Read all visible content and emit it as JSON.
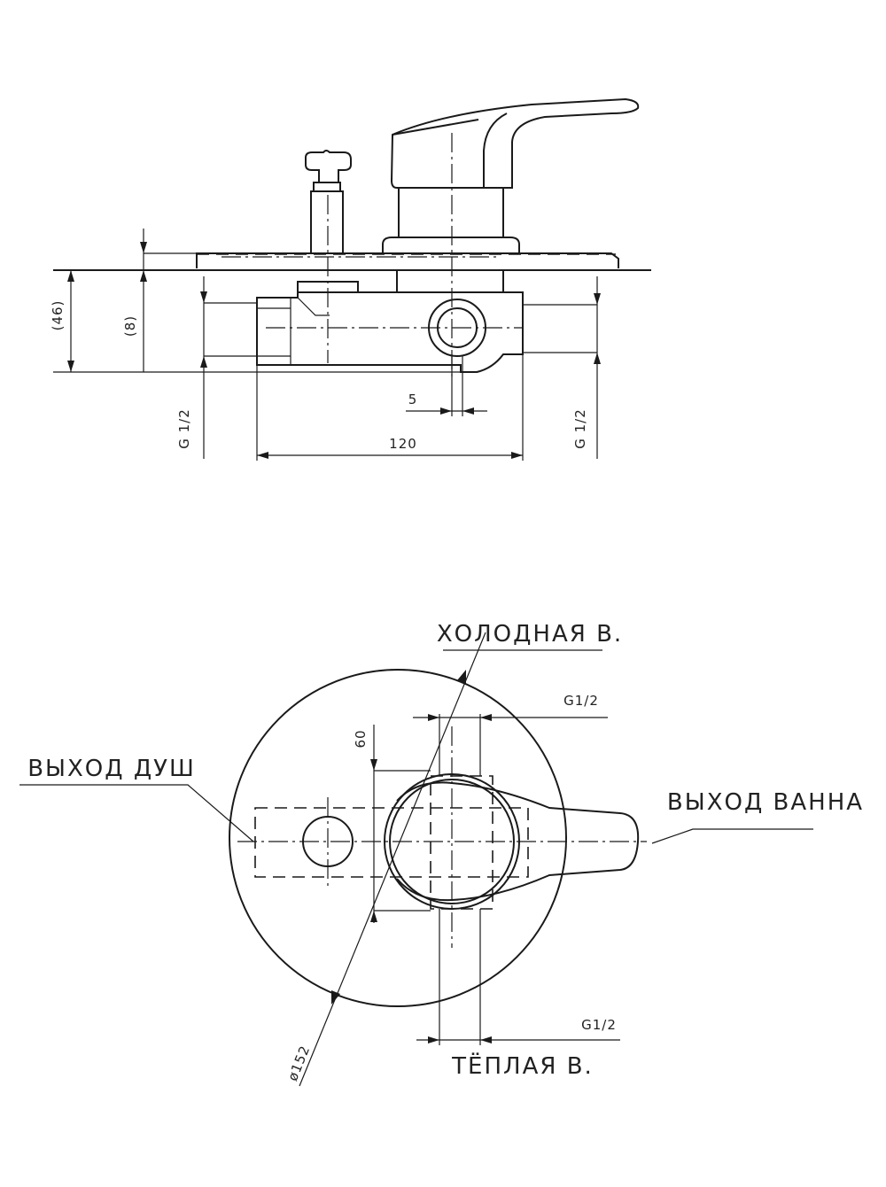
{
  "side_view": {
    "dim_depth": "(46)",
    "dim_plate": "(8)",
    "dim_thread_left": "G 1/2",
    "dim_thread_right": "G 1/2",
    "dim_offset": "5",
    "dim_width": "120"
  },
  "front_view": {
    "cold_water": "ХОЛОДНАЯ В.",
    "warm_water": "ТЁПЛАЯ В.",
    "shower_outlet": "ВЫХОД ДУШ",
    "bath_outlet": "ВЫХОД ВАННА",
    "thread_top": "G1/2",
    "thread_bottom": "G1/2",
    "dim_spacing": "60",
    "dim_diameter": "ø152"
  }
}
